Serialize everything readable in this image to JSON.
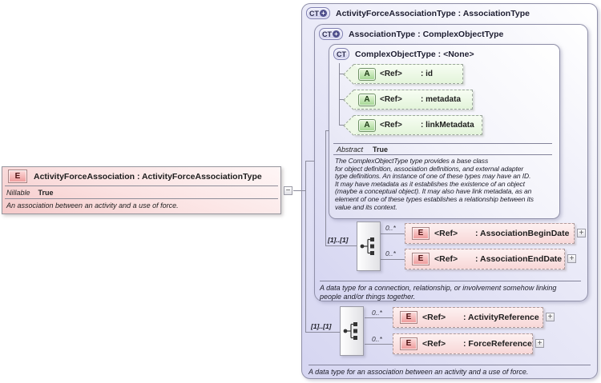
{
  "icons": {
    "element_badge": "E",
    "attribute_badge": "A",
    "complex_type_badge": "CT",
    "derived_plus": "+",
    "collapse": "−",
    "expand": "+"
  },
  "main_element": {
    "title": "ActivityForceAssociation : ActivityForceAssociationType",
    "nillable_label": "Nillable",
    "nillable_value": "True",
    "description": "An association between an activity and a use of force."
  },
  "type_box": {
    "title": "ActivityForceAssociationType : AssociationType",
    "description": "A data type for an association between an activity and a use of force.",
    "group": {
      "multiplicity": "[1]..[1]",
      "children": [
        {
          "occurs": "0..*",
          "ref": "<Ref>",
          "name": ": ActivityReference"
        },
        {
          "occurs": "0..*",
          "ref": "<Ref>",
          "name": ": ForceReference"
        }
      ]
    },
    "base_type_box": {
      "title": "AssociationType : ComplexObjectType",
      "description": "A data type for a connection, relationship, or involvement somehow linking\npeople and/or things together.",
      "group": {
        "multiplicity": "[1]..[1]",
        "children": [
          {
            "occurs": "0..*",
            "ref": "<Ref>",
            "name": ": AssociationBeginDate"
          },
          {
            "occurs": "0..*",
            "ref": "<Ref>",
            "name": ": AssociationEndDate"
          }
        ]
      },
      "base_type_box": {
        "title": "ComplexObjectType : <None>",
        "attributes": [
          {
            "ref": "<Ref>",
            "name": ": id"
          },
          {
            "ref": "<Ref>",
            "name": ": metadata"
          },
          {
            "ref": "<Ref>",
            "name": ": linkMetadata"
          }
        ],
        "abstract_label": "Abstract",
        "abstract_value": "True",
        "description": "The ComplexObjectType type provides a base class\nfor object definition, association definitions, and external adapter\ntype definitions. An instance of one of these types may have an ID.\nIt may have metadata as it establishes the existence of an object\n(maybe a conceptual object). It may also have link metadata, as an\nelement of one of these types establishes a relationship between its\nvalue and its context."
      }
    }
  }
}
